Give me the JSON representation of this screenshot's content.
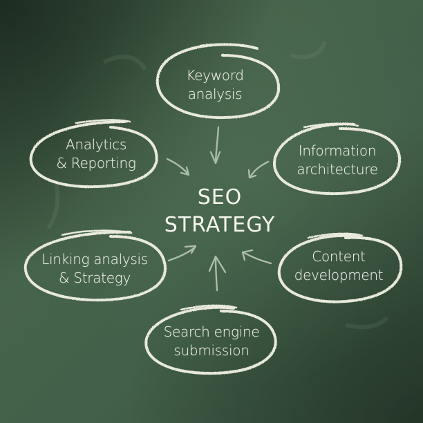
{
  "center": {
    "line1": "SEO",
    "line2": "STRATEGY"
  },
  "nodes": [
    {
      "id": "keyword",
      "line1": "Keyword",
      "line2": "analysis"
    },
    {
      "id": "analytics",
      "line1": "Analytics",
      "line2": "& Reporting"
    },
    {
      "id": "information",
      "line1": "Information",
      "line2": "architecture"
    },
    {
      "id": "linking",
      "line1": "Linking analysis",
      "line2": "& Strategy"
    },
    {
      "id": "content",
      "line1": "Content",
      "line2": "development"
    },
    {
      "id": "search",
      "line1": "Search engine",
      "line2": "submission"
    }
  ],
  "colors": {
    "chalkboard": "#42604a",
    "chalk": "#e8e8dc",
    "arrow": "#b9c7b4"
  }
}
